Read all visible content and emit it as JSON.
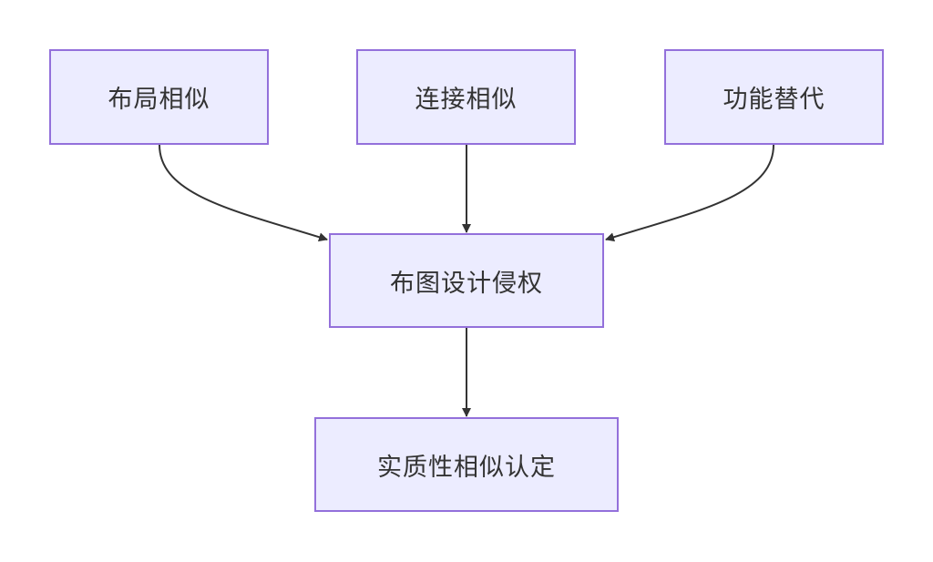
{
  "diagram": {
    "type": "flowchart",
    "colors": {
      "node_fill": "#ececff",
      "node_border": "#9370db",
      "edge": "#333333",
      "text": "#333333"
    },
    "nodes": [
      {
        "id": "layout",
        "label": "布局相似"
      },
      {
        "id": "connect",
        "label": "连接相似"
      },
      {
        "id": "function",
        "label": "功能替代"
      },
      {
        "id": "infringe",
        "label": "布图设计侵权"
      },
      {
        "id": "similar",
        "label": "实质性相似认定"
      }
    ],
    "edges": [
      {
        "from": "layout",
        "to": "infringe"
      },
      {
        "from": "connect",
        "to": "infringe"
      },
      {
        "from": "function",
        "to": "infringe"
      },
      {
        "from": "infringe",
        "to": "similar"
      }
    ]
  }
}
